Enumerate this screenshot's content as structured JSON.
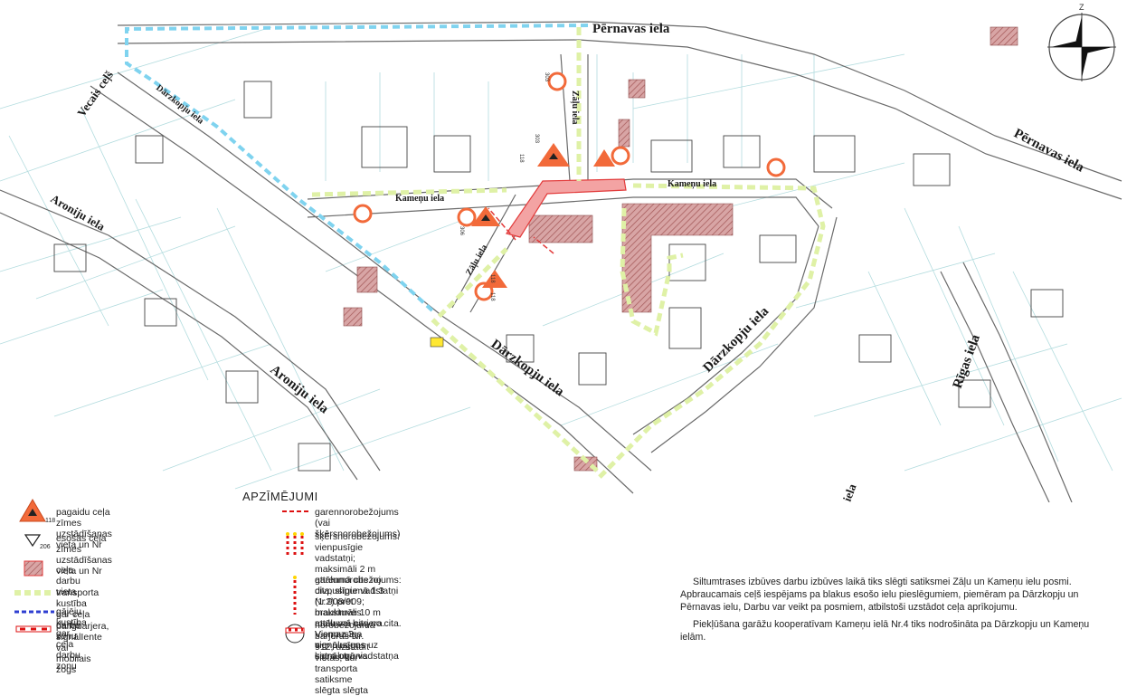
{
  "map": {
    "streets": {
      "pernavas_top": "Pērnavas iela",
      "pernavas_right": "Pērnavas iela",
      "vecais_cels": "Vecais ceļš",
      "darzkopju_upper": "Dārzkopju iela",
      "kamenu_left": "Kameņu iela",
      "kamenu_right": "Kameņu iela",
      "zalu_upper": "Zāļu iela",
      "zalu_lower": "Zāļu iela",
      "aronu_upper": "Aroniju iela",
      "aronu_lower": "Aroniju iela",
      "darzkopju_lower": "Dārzkopju iela",
      "darzkopju_right": "Dārzkopju iela",
      "rigas": "Rīgas iela",
      "bottom_fragment": "iela"
    },
    "sign_numbers": [
      "118",
      "303",
      "303",
      "306",
      "118",
      "118"
    ],
    "compass_letter": "Z",
    "colors": {
      "traffic_route": "#dff1a6",
      "pedestrian_route": "#7fd3ef",
      "works_area": "#f0a0a0",
      "sign_orange": "#f26a3a",
      "building_hatch": "#c98a8a"
    }
  },
  "legend": {
    "title": "APZĪMĒJUMI",
    "items": [
      {
        "label": "pagaidu ceļa zīmes uzstādīšanas vieta un Nr",
        "number": "118"
      },
      {
        "label": "esošās ceļa zīmes uzstādīšanas vieta un Nr",
        "number": "206"
      },
      {
        "label": "ceļa darbu vieta"
      },
      {
        "label": "transporta kustība gar ceļa darbu zonu"
      },
      {
        "label": "gājēju kustība gar ceļa darbu zonu"
      },
      {
        "label": "palīgbarjera, signālIente vai\nmobilais žogs"
      },
      {
        "label": "garennorobežojums (vai šķērsnorobežojums)"
      },
      {
        "label": "šķērsnorobežojums: vienpusīgie vadstatņi; maksimāli 2 m\nattālumā cits no cita, slīpumā 1:3 (1:2) pret brauktuves\nmalu vai barjera. Vismaz 3 vienpusīgas signālugunis"
      },
      {
        "label": "garennorobežojums: divpusīgie vadstatņi Nr 908/909;\nmaksimāli 10 m attālumā cits no cita. Vienpusīga\nsignāluguns uz katra otrā vadstatņa"
      },
      {
        "label": "norobežojuma barjeras Nr. 912, uzstādīt\nvietās, kur transporta satiksme slēgta slēgta"
      }
    ]
  },
  "notes": [
    "Siltumtrases izbūves darbu izbūves laikā tiks slēgti satiksmei Zāļu un Kameņu ielu posmi. Apbraucamais ceļš iespējams pa blakus esošo ielu pieslēgumiem, piemēram pa Dārzkopju un Pērnavas ielu, Darbu var veikt pa posmiem, atbilstoši uzstādot ceļa aprīkojumu.",
    "Piekļūšana garāžu kooperatīvam Kameņu ielā Nr.4 tiks nodrošināta pa Dārzkopju un Kameņu ielām."
  ]
}
